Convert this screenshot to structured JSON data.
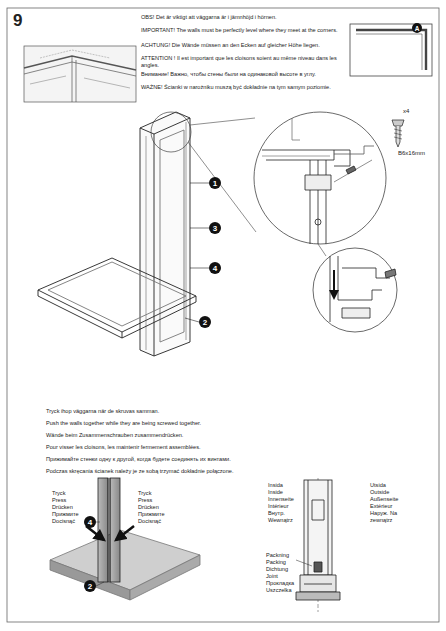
{
  "diagram": {
    "nodes": [
      {
        "text": [
          "A"
        ]
      },
      {
        "text": [
          "1"
        ]
      },
      {
        "text": [
          "3"
        ]
      },
      {
        "text": [
          "4"
        ]
      },
      {
        "text": [
          "2"
        ]
      },
      {
        "text": [
          "4"
        ]
      },
      {
        "text": [
          "2"
        ]
      }
    ],
    "labels": [
      "9",
      "OBS! Det är viktigt att väggarna är i jämnhöjd i hörnen.",
      "IMPORTANT! The walls must be perfectly level where they meet at the corners.",
      "ACHTUNG! Die Wände müssen an den Ecken auf gleicher Höhe liegen.",
      "ATTENTION ! Il est important que les cloisons soient au même niveau dans les angles.",
      "Внимание! Важно, чтобы стены были на одинаковой высоте в углу.",
      "WAŻNE! Ścianki w narożniku muszą być dokładnie na tym samym poziomie.",
      "x4",
      "B6x16mm",
      "Tryck ihop väggarna när de skruvas samman.",
      "Push the walls together while they are being screwed together.",
      "Wände beim Zusammenschrauben zusammendrücken.",
      "Pour visser les cloisons, les maintenir fermement assemblées.",
      "Прижимайте стенки одну к другой, когда будете соединять их винтами.",
      "Podczas skręcania ścianek należy je ze sobą trzymać dokładnie połączone.",
      "Tryck Press Drücken Прижмите Docisnąć",
      "Tryck Press Drücken Прижмите Docisnąć",
      "Insida Inside Innenseite Intérieur Внутр. Wewnątrz",
      "Utsida Outside Außenseite Extérieur Наруж. Na zewnątrz",
      "Packning Packing Dichtung Joint Прокладка Uszczelka"
    ]
  }
}
